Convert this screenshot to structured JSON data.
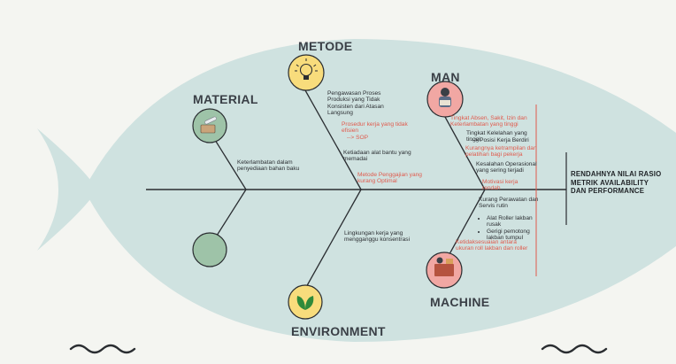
{
  "categories": {
    "metode": "METODE",
    "material": "MATERIAL",
    "man": "MAN",
    "machine": "MACHINE",
    "environment": "ENVIRONMENT"
  },
  "problem": [
    "RENDAHNYA NILAI RASIO",
    "METRIK AVAILABILITY",
    "DAN PERFORMANCE"
  ],
  "icons": {
    "metode": "lightbulb-icon",
    "material": "material-icon",
    "man": "worker-icon",
    "machine": "machine-icon",
    "environment": "leaf-icon",
    "blank": "blank-circle-icon"
  },
  "causes": {
    "metode": [
      "Pengawasan Proses Produksi yang Tidak Konsisten dari Atasan Langsung",
      "Prosedur kerja yang tidak efisien",
      "--> SOP",
      "Ketiadaan alat bantu yang memadai",
      "Metode Penggajian yang kurang Optimal"
    ],
    "material": [
      "Keterlambatan dalam penyediaan bahan baku"
    ],
    "man": [
      "Tingkat Absen, Sakit, Izin dan Keterlambatan yang tinggi",
      "Tingkat Kelelahan yang tinggi",
      "--> Posisi Kerja Berdiri",
      "Kurangnya ketrampilan dan pelatihan bagi pekerja",
      "Kesalahan Operasional yang sering terjadi",
      "Motivasi kerja rendah"
    ],
    "machine": [
      "Kurang Perawatan dan Servis rutin",
      "Alat Roller lakban rusak",
      "Gerigi pemotong lakban tumpul",
      "Ketidaksesuaian antara ukuran roll lakban dan roller"
    ],
    "environment": [
      "Lingkungan kerja yang mengganggu konsentrasi"
    ]
  },
  "colors": {
    "fish_body": "#cfe2e0",
    "accent_red": "#e05a4c",
    "spine": "#2a2d31",
    "bulb_circle": "#f8dc7c",
    "man_circle": "#f1a7a3",
    "machine_circle": "#f1a7a3",
    "leaf_circle": "#f8dc7c",
    "material_circle": "#9ec3a8"
  }
}
